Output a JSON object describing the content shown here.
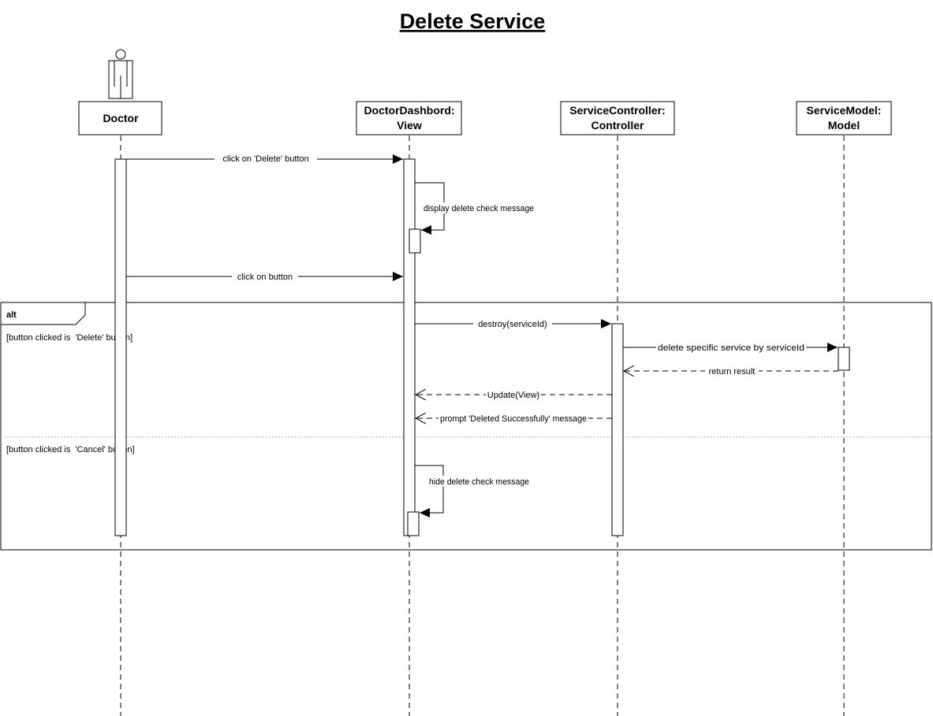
{
  "diagram": {
    "title": "Delete Service",
    "lifelines": [
      {
        "id": "doctor",
        "line1": "Doctor",
        "line2": "",
        "actor": true
      },
      {
        "id": "view",
        "line1": "DoctorDashbord:",
        "line2": "View",
        "actor": false
      },
      {
        "id": "controller",
        "line1": "ServiceController:",
        "line2": "Controller",
        "actor": false
      },
      {
        "id": "model",
        "line1": "ServiceModel:",
        "line2": "Model",
        "actor": false
      }
    ],
    "messages": [
      {
        "id": "msg-click-delete",
        "label": "click on 'Delete' button",
        "kind": "sync"
      },
      {
        "id": "msg-display-check",
        "label": "display delete check message",
        "kind": "self"
      },
      {
        "id": "msg-click-button",
        "label": "click on button",
        "kind": "sync"
      },
      {
        "id": "msg-destroy",
        "label": "destroy(serviceId)",
        "kind": "sync"
      },
      {
        "id": "msg-delete-specific",
        "label": "delete specific service by serviceId",
        "kind": "sync"
      },
      {
        "id": "msg-return-result",
        "label": "return result",
        "kind": "return"
      },
      {
        "id": "msg-update-view",
        "label": "Update(View)",
        "kind": "return"
      },
      {
        "id": "msg-prompt-deleted",
        "label": "prompt 'Deleted Successfully' message",
        "kind": "return"
      },
      {
        "id": "msg-hide-check",
        "label": "hide delete check message",
        "kind": "self"
      }
    ],
    "alt_frame": {
      "tag": "alt",
      "guard1": "[button clicked is  'Delete' button]",
      "guard2": "[button clicked is  'Cancel' button]"
    }
  }
}
